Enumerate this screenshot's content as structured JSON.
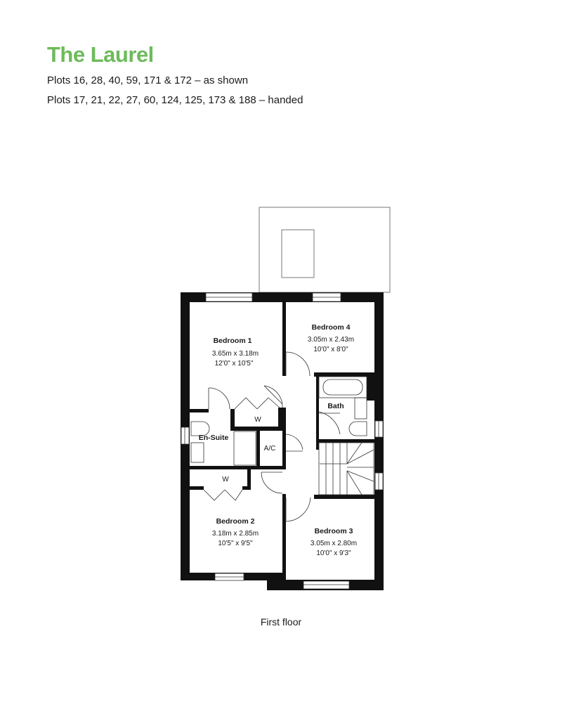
{
  "header": {
    "title": "The Laurel",
    "title_color": "#6dbb5a",
    "plots_as_shown": "Plots 16, 28, 40, 59, 171 & 172 – as shown",
    "plots_handed": "Plots 17, 21, 22, 27, 60, 124, 125, 173 & 188 – handed"
  },
  "rooms": {
    "bedroom1": {
      "name": "Bedroom 1",
      "metric": "3.65m x 3.18m",
      "imperial": "12'0\" x 10'5\""
    },
    "bedroom2": {
      "name": "Bedroom 2",
      "metric": "3.18m x 2.85m",
      "imperial": "10'5\" x 9'5\""
    },
    "bedroom3": {
      "name": "Bedroom 3",
      "metric": "3.05m x 2.80m",
      "imperial": "10'0\" x 9'3\""
    },
    "bedroom4": {
      "name": "Bedroom 4",
      "metric": "3.05m x 2.43m",
      "imperial": "10'0\" x 8'0\""
    },
    "bath": {
      "name": "Bath"
    },
    "ensuite": {
      "name": "En-Suite"
    },
    "airing_cupboard": {
      "name": "A/C"
    },
    "wardrobe1": {
      "name": "W"
    },
    "wardrobe2": {
      "name": "W"
    }
  },
  "caption": "First floor"
}
